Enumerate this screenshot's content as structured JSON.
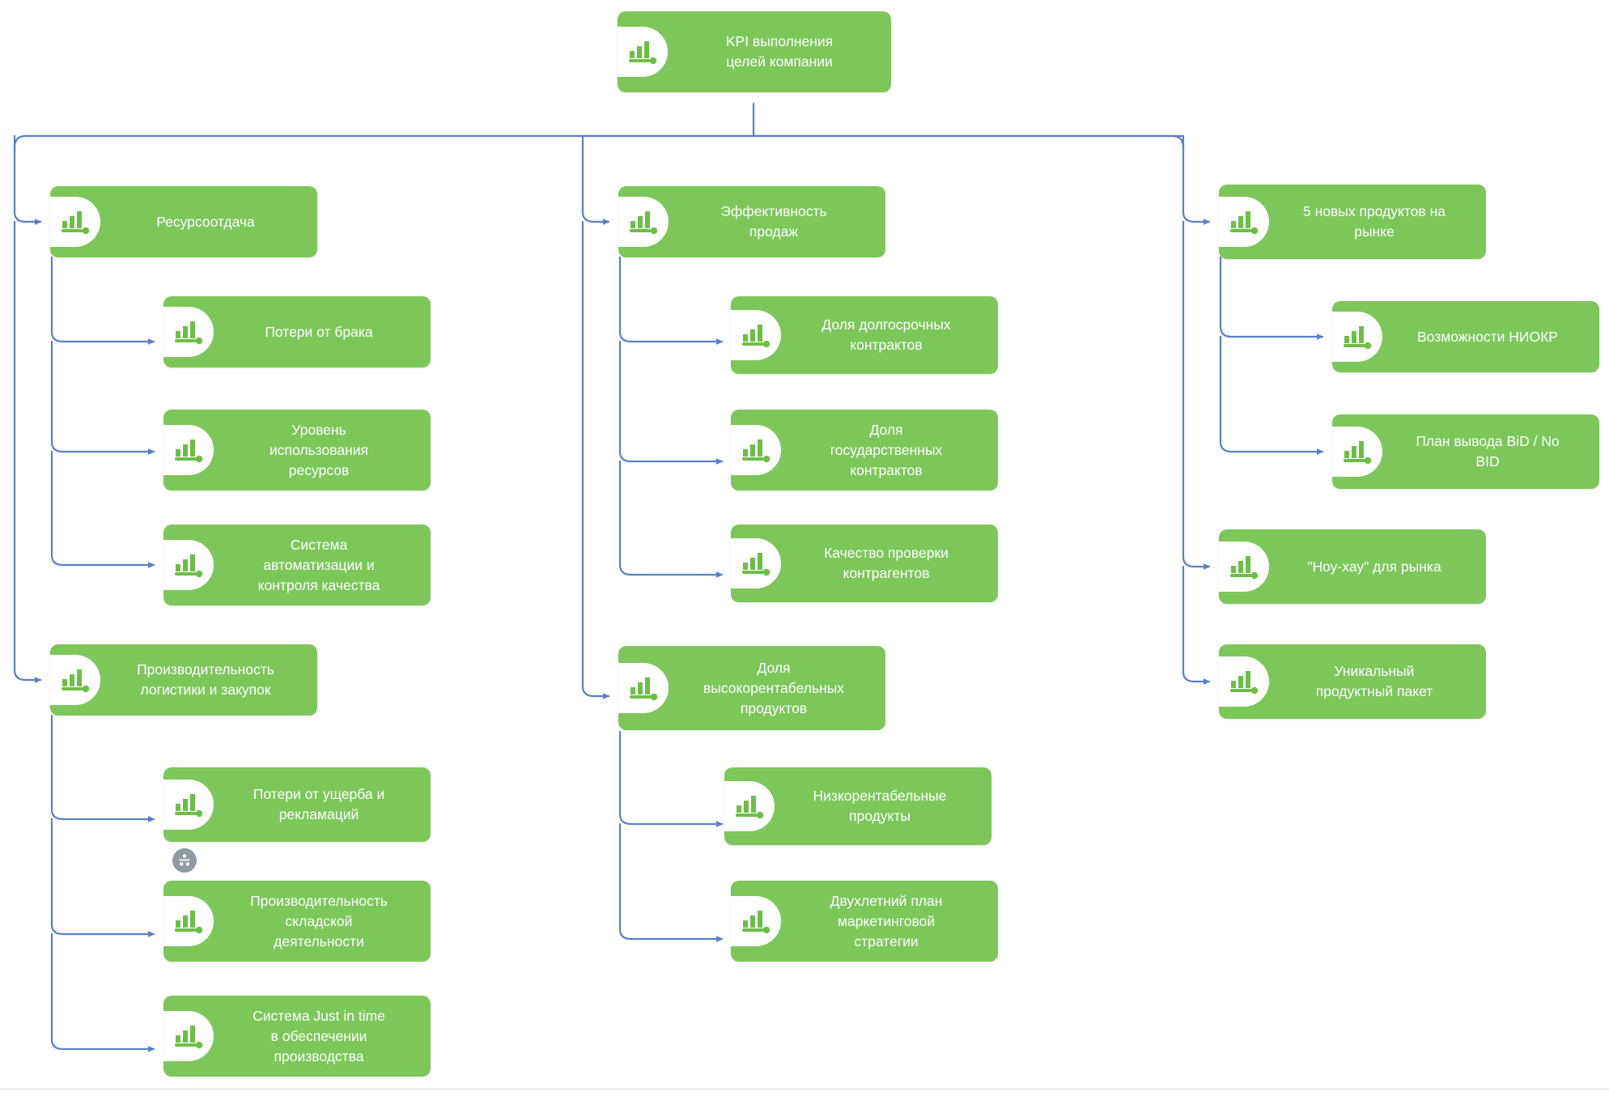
{
  "diagram": {
    "type": "kpi-tree",
    "accent_node_color": "#7DC75A",
    "connector_color": "#5B7FC7",
    "label_color": "#FFFFFF",
    "icon_name": "bar-chart-icon",
    "handle_icon_name": "org-chart-handle-icon"
  },
  "nodes": {
    "root": {
      "label": "KPI выполнения\nцелей компании"
    },
    "left": {
      "branch1": {
        "label": "Ресурсоотдача"
      },
      "branch1_children": [
        {
          "label": "Потери от брака"
        },
        {
          "label": "Уровень\nиспользования\nресурсов"
        },
        {
          "label": "Система\nавтоматизации и\nконтроля качества"
        }
      ],
      "branch2": {
        "label": "Производительность\nлогистики и закупок"
      },
      "branch2_children": [
        {
          "label": "Потери от ущерба и\nрекламаций"
        },
        {
          "label": "Производительность\nскладской\nдеятельности"
        },
        {
          "label": "Система  Just in time\nв обеспечении\nпроизводства"
        }
      ]
    },
    "middle": {
      "branch1": {
        "label": "Эффективность\nпродаж"
      },
      "branch1_children": [
        {
          "label": "Доля долгосрочных\nконтрактов"
        },
        {
          "label": "Доля\nгосударственных\nконтрактов"
        },
        {
          "label": "Качество проверки\nконтрагентов"
        }
      ],
      "branch2": {
        "label": "Доля\nвысокорентабельных\nпродуктов"
      },
      "branch2_children": [
        {
          "label": "Низкорентабельные\nпродукты"
        },
        {
          "label": "Двухлетний план\nмаркетинговой\nстратегии"
        }
      ]
    },
    "right": {
      "branch1": {
        "label": "5 новых продуктов на\nрынке"
      },
      "branch1_children": [
        {
          "label": "Возможности НИОКР"
        },
        {
          "label": "План вывода BiD / No\nBID"
        }
      ],
      "extra_children": [
        {
          "label": "\"Ноу-хау\" для рынка"
        },
        {
          "label": "Уникальный\nпродуктный пакет"
        }
      ]
    }
  }
}
